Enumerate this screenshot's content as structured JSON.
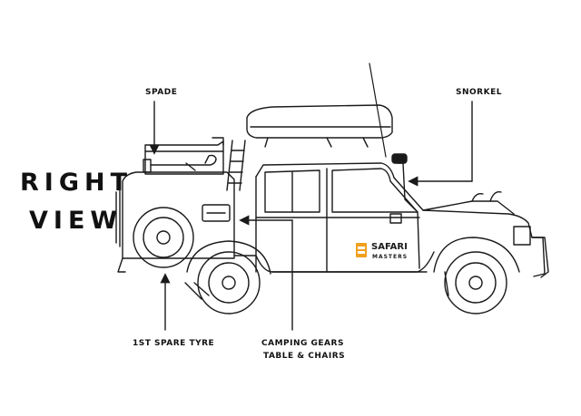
{
  "title": {
    "line1": "RIGHT",
    "line2": "VIEW"
  },
  "labels": {
    "spade": "SPADE",
    "snorkel": "SNORKEL",
    "spare_tyre": "1ST SPARE TYRE",
    "camping_line1": "CAMPING GEARS",
    "camping_line2": "TABLE & CHAIRS"
  },
  "logo": {
    "line1": "SAFARI",
    "line2": "MASTERS",
    "accent_color": "#f0a01e"
  },
  "colors": {
    "ink": "#1a1a1a",
    "background": "#ffffff"
  }
}
